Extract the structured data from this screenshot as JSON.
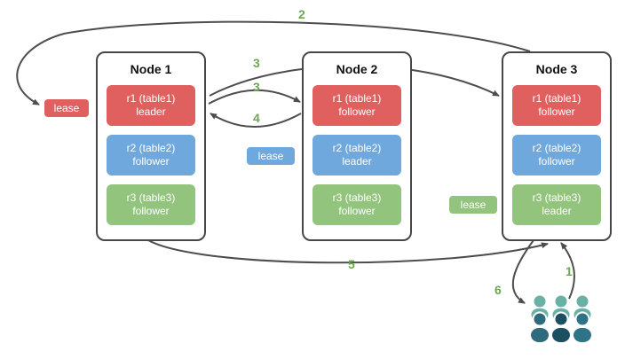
{
  "colors": {
    "replica_red": "#e05f5f",
    "replica_blue": "#6fa8dc",
    "replica_green": "#93c47d",
    "step_label_green": "#6aa84f",
    "arrow_gray": "#4d4d4d",
    "node_border": "#474747"
  },
  "nodes": [
    {
      "title": "Node 1",
      "replicas": [
        {
          "name": "r1 (table1)",
          "role": "leader",
          "color": "red"
        },
        {
          "name": "r2 (table2)",
          "role": "follower",
          "color": "blue"
        },
        {
          "name": "r3 (table3)",
          "role": "follower",
          "color": "green"
        }
      ]
    },
    {
      "title": "Node 2",
      "replicas": [
        {
          "name": "r1 (table1)",
          "role": "follower",
          "color": "red"
        },
        {
          "name": "r2 (table2)",
          "role": "leader",
          "color": "blue"
        },
        {
          "name": "r3 (table3)",
          "role": "follower",
          "color": "green"
        }
      ]
    },
    {
      "title": "Node 3",
      "replicas": [
        {
          "name": "r1 (table1)",
          "role": "follower",
          "color": "red"
        },
        {
          "name": "r2 (table2)",
          "role": "follower",
          "color": "blue"
        },
        {
          "name": "r3 (table3)",
          "role": "leader",
          "color": "green"
        }
      ]
    }
  ],
  "leases": [
    {
      "label": "lease",
      "color": "red"
    },
    {
      "label": "lease",
      "color": "blue"
    },
    {
      "label": "lease",
      "color": "green"
    }
  ],
  "steps": {
    "s1": "1",
    "s2": "2",
    "s3a": "3",
    "s3b": "3",
    "s4": "4",
    "s5": "5",
    "s6": "6"
  },
  "icons": {
    "client": "users-group-icon"
  }
}
